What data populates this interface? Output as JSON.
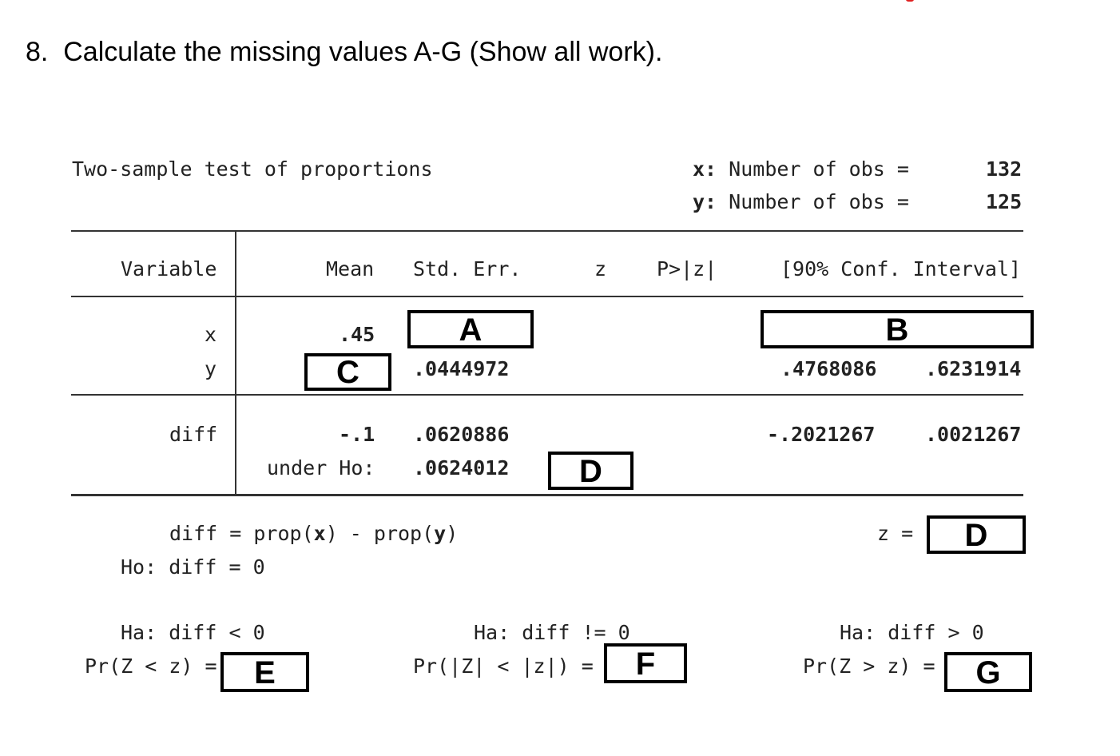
{
  "question": "8.  Calculate the missing values A-G (Show all work).",
  "header": {
    "title": "Two-sample test of proportions",
    "x_obs_label": "Number of obs =",
    "y_obs_label": "Number of obs =",
    "x_prefix": "x:",
    "y_prefix": "y:",
    "x_obs": "132",
    "y_obs": "125"
  },
  "columns": {
    "variable": "Variable",
    "mean": "Mean",
    "std_err": "Std. Err.",
    "z": "z",
    "p": "P>|z|",
    "ci": "[90% Conf. Interval]"
  },
  "rows": {
    "x_label": "x",
    "x_mean": ".45",
    "y_label": "y",
    "y_se": ".0444972",
    "y_ci_low": ".4768086",
    "y_ci_high": ".6231914",
    "diff_label": "diff",
    "diff_mean": "-.1",
    "diff_se": ".0620886",
    "diff_ci_low": "-.2021267",
    "diff_ci_high": ".0021267",
    "under_ho_label": "under Ho:",
    "under_ho_se": ".0624012"
  },
  "footer": {
    "diff_def_prefix": "diff = prop(",
    "diff_def_x": "x",
    "diff_def_mid": ") - prop(",
    "diff_def_y": "y",
    "diff_def_suffix": ")",
    "ho": "Ho: diff = 0",
    "z_label": "z =",
    "ha_less": "Ha: diff < 0",
    "ha_neq": "Ha: diff != 0",
    "ha_greater": "Ha: diff > 0",
    "pr_less": "Pr(Z < z) =",
    "pr_neq": "Pr(|Z| < |z|) =",
    "pr_greater": "Pr(Z > z) ="
  },
  "boxes": {
    "A": "A",
    "B": "B",
    "C": "C",
    "D1": "D",
    "D2": "D",
    "E": "E",
    "F": "F",
    "G": "G"
  }
}
